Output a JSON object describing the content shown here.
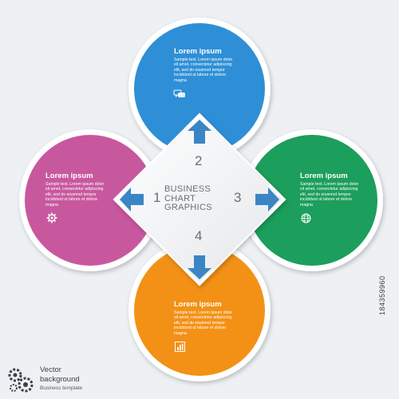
{
  "center": {
    "line1": "BUSINESS",
    "line2": "CHART",
    "line3": "GRAPHICS"
  },
  "steps": [
    {
      "number": "1",
      "color": "#c8589e",
      "title": "Lorem ipsum",
      "body": "Sample text. Lorem ipsum dolor sit amet, consectetur adipiscing elit, sed do eiusmod tempor incididunt ut labore et dolore magna",
      "icon": "gear-icon"
    },
    {
      "number": "2",
      "color": "#2e8fd6",
      "title": "Lorem ipsum",
      "body": "Sample text. Lorem ipsum dolor sit amet, consectetur adipiscing elit, sed do eiusmod tempor incididunt ut labore et dolore magna",
      "icon": "chat-bubbles-icon"
    },
    {
      "number": "3",
      "color": "#1f9e5c",
      "title": "Lorem ipsum",
      "body": "Sample text. Lorem ipsum dolor sit amet, consectetur adipiscing elit, sed do eiusmod tempor incididunt ut labore et dolore magna",
      "icon": "globe-icon"
    },
    {
      "number": "4",
      "color": "#f39118",
      "title": "Lorem ipsum",
      "body": "Sample text. Lorem ipsum dolor sit amet, consectetur adipiscing elit, sed do eiusmod tempor incididunt ut labore et dolore magna",
      "icon": "bar-chart-icon"
    }
  ],
  "arrow_color": "#3a86c4",
  "footer": {
    "line1": "Vector",
    "line2": "background",
    "line3": "Business template",
    "logo_icon": "gears-logo-icon"
  },
  "side_id": "184359960"
}
